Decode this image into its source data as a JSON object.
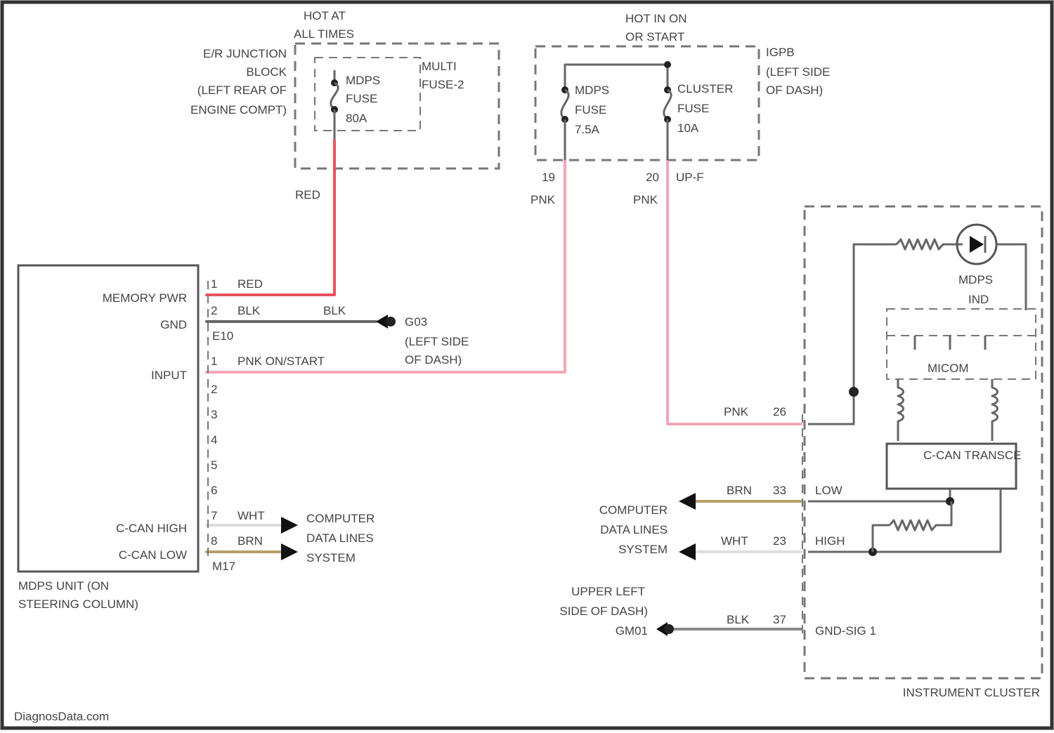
{
  "colors": {
    "red_wire": "#e9545c",
    "pink_wire": "#f3a6b8",
    "black_wire": "#666666",
    "brown_wire": "#b7a06a",
    "white_wire": "#dddddd"
  },
  "labels": {
    "hot_at_all_times_1": "HOT AT",
    "hot_at_all_times_2": "ALL TIMES",
    "hot_run_start_1": "HOT IN ON",
    "hot_run_start_2": "OR START",
    "er_junction_1": "E/R JUNCTION",
    "er_junction_2": "BLOCK",
    "er_junction_3": "(LEFT REAR OF",
    "er_junction_4": "ENGINE COMPT)",
    "multi_fuse_1": "MULTI",
    "multi_fuse_2": "FUSE-2",
    "mdps_fuse30_1": "MDPS",
    "mdps_fuse30_2": "FUSE",
    "mdps_fuse30_3": "80A",
    "mdps_fuse75_1": "MDPS",
    "mdps_fuse75_2": "FUSE",
    "mdps_fuse75_3": "7.5A",
    "cluster_fuse_1": "CLUSTER",
    "cluster_fuse_2": "FUSE",
    "cluster_fuse_3": "10A",
    "ijpb_1": "IGPB",
    "ijpb_2": "(LEFT SIDE",
    "ijpb_3": "OF DASH)",
    "wire_red": "RED",
    "pin_19": "19",
    "pin_20": "20",
    "up_f": "UP-F",
    "wire_pnk_1": "PNK",
    "wire_pnk_2": "PNK",
    "mdps_pins": [
      "1",
      "2",
      "1",
      "2",
      "3",
      "4",
      "5",
      "6",
      "7",
      "8"
    ],
    "pin1_red": "RED",
    "pin2_blk_1": "BLK",
    "pin2_blk_2": "BLK",
    "e10": "E10",
    "g03_1": "G03",
    "g03_2": "(LEFT SIDE",
    "g03_3": "OF DASH)",
    "pink_on_start": "PNK ON/START",
    "memory_pwr": "MEMORY PWR",
    "gnd": "GND",
    "input": "INPUT",
    "ccan_high": "C-CAN HIGH",
    "ccan_low": "C-CAN LOW",
    "pin7_wht": "WHT",
    "pin8_brn": "BRN",
    "m17": "M17",
    "cdl_left_1": "COMPUTER",
    "cdl_left_2": "DATA LINES",
    "cdl_left_3": "SYSTEM",
    "mdps_unit_1": "MDPS UNIT (ON",
    "mdps_unit_2": "STEERING COLUMN)",
    "mdps_ind_1": "MDPS",
    "mdps_ind_2": "IND",
    "micom": "MICOM",
    "ccan_trans": "C-CAN TRANSCE",
    "pin26_pnk": "PNK",
    "pin26": "26",
    "pin33_brn": "BRN",
    "pin33": "33",
    "low": "LOW",
    "pin23_wht": "WHT",
    "pin23": "23",
    "high": "HIGH",
    "cdl_right_1": "COMPUTER",
    "cdl_right_2": "DATA LINES",
    "cdl_right_3": "SYSTEM",
    "upper_left_1": "UPPER LEFT",
    "upper_left_2": "SIDE OF DASH)",
    "gm01": "GM01",
    "pin37_blk": "BLK",
    "pin37": "37",
    "gnd_sig": "GND-SIG 1",
    "instrument_cluster": "INSTRUMENT CLUSTER",
    "watermark": "DiagnosData.com"
  }
}
